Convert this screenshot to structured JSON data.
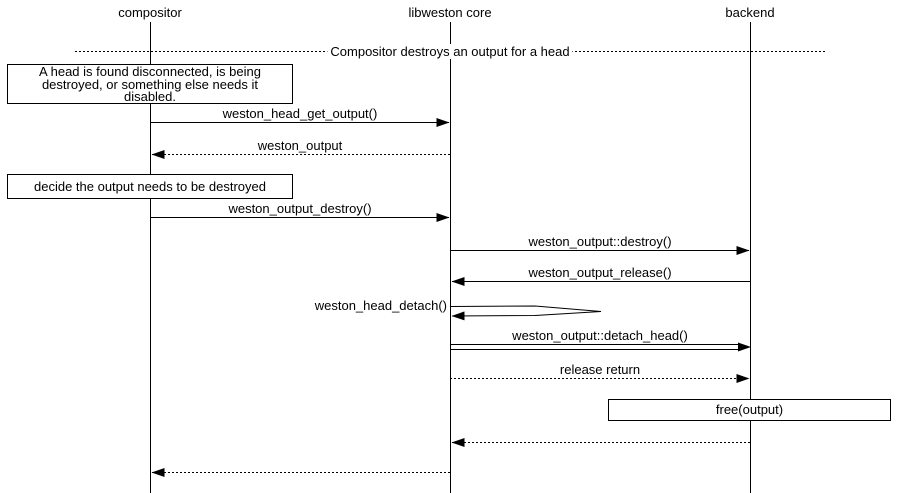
{
  "participants": [
    {
      "name": "compositor"
    },
    {
      "name": "libweston core"
    },
    {
      "name": "backend"
    }
  ],
  "divider": {
    "label": "Compositor destroys an output for a head"
  },
  "notes": {
    "head_disconnected": {
      "lines": [
        "A head is found disconnected, is being",
        "destroyed, or something else needs it",
        "disabled."
      ]
    },
    "decide_destroy": {
      "text": "decide the output needs to be destroyed"
    },
    "free_output": {
      "text": "free(output)"
    }
  },
  "messages": [
    {
      "label": "weston_head_get_output()",
      "from": "compositor",
      "to": "libweston core",
      "line": "solid"
    },
    {
      "label": "weston_output",
      "from": "libweston core",
      "to": "compositor",
      "line": "dotted"
    },
    {
      "label": "weston_output_destroy()",
      "from": "compositor",
      "to": "libweston core",
      "line": "solid"
    },
    {
      "label": "weston_output::destroy()",
      "from": "libweston core",
      "to": "backend",
      "line": "solid"
    },
    {
      "label": "weston_output_release()",
      "from": "backend",
      "to": "libweston core",
      "line": "solid"
    },
    {
      "label": "weston_head_detach()",
      "from": "libweston core",
      "to": "libweston core",
      "line": "self"
    },
    {
      "label": "weston_output::detach_head()",
      "from": "libweston core",
      "to": "backend",
      "line": "double"
    },
    {
      "label": "release return",
      "from": "libweston core",
      "to": "backend",
      "line": "dotted"
    },
    {
      "label": "",
      "from": "backend",
      "to": "libweston core",
      "line": "dotted"
    },
    {
      "label": "",
      "from": "libweston core",
      "to": "compositor",
      "line": "dotted"
    }
  ],
  "colors": {
    "line": "#000000",
    "background": "#ffffff"
  }
}
